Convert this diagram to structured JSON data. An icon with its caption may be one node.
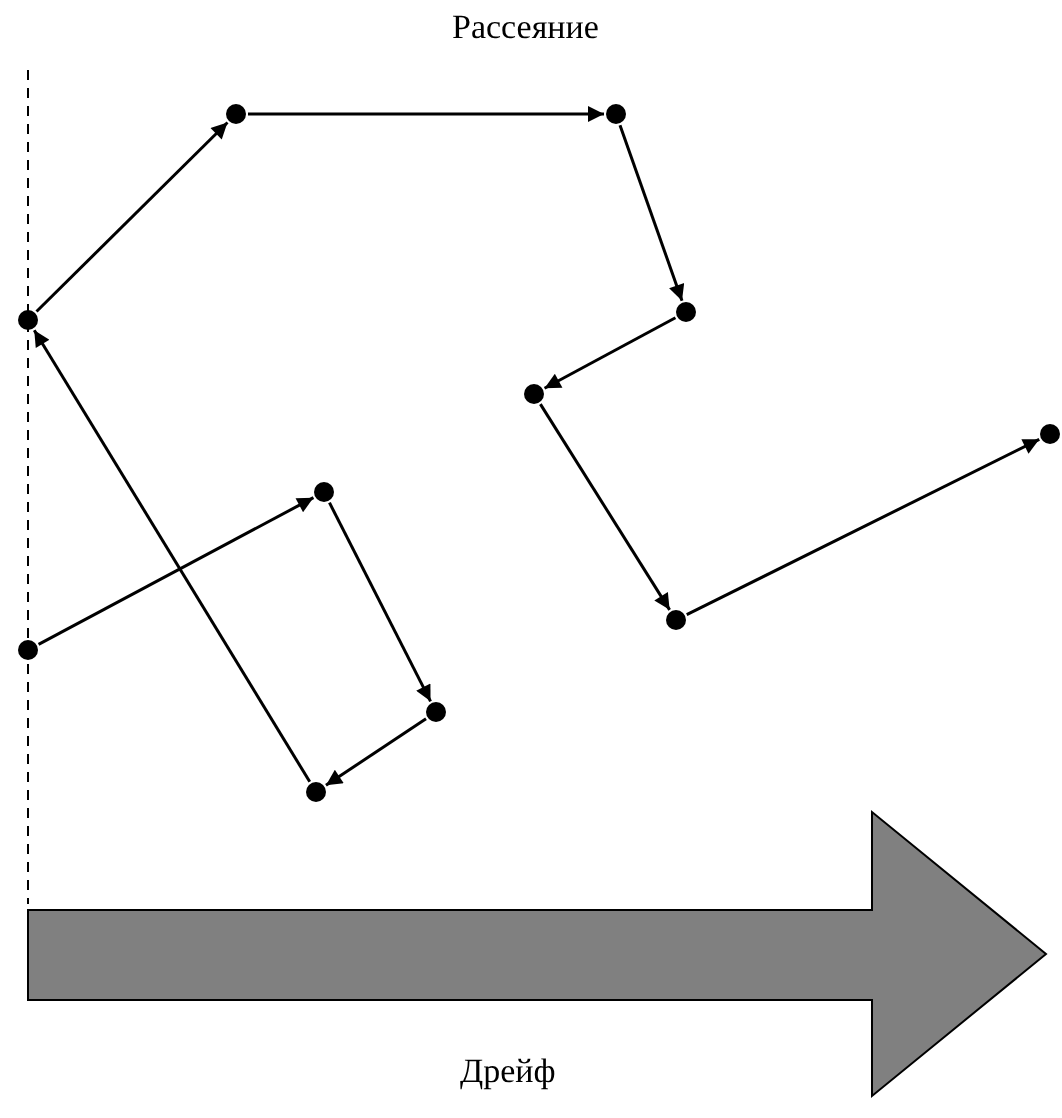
{
  "diagram": {
    "nodes": [
      {
        "text": [],
        "shape": "circle"
      },
      {
        "text": [],
        "shape": "circle"
      },
      {
        "text": [],
        "shape": "circle"
      },
      {
        "text": [],
        "shape": "circle"
      },
      {
        "text": [],
        "shape": "circle"
      },
      {
        "text": [],
        "shape": "circle"
      },
      {
        "text": [],
        "shape": "circle"
      },
      {
        "text": [],
        "shape": "circle"
      },
      {
        "text": [],
        "shape": "circle"
      },
      {
        "text": [],
        "shape": "circle"
      },
      {
        "text": [],
        "shape": "circle"
      }
    ],
    "edges": [
      {
        "from": 8,
        "to": 6,
        "arrow": "to"
      },
      {
        "from": 6,
        "to": 9,
        "arrow": "to"
      },
      {
        "from": 9,
        "to": 10,
        "arrow": "to"
      },
      {
        "from": 10,
        "to": 3,
        "arrow": "to"
      },
      {
        "from": 3,
        "to": 0,
        "arrow": "to"
      },
      {
        "from": 0,
        "to": 1,
        "arrow": "to"
      },
      {
        "from": 1,
        "to": 2,
        "arrow": "to"
      },
      {
        "from": 2,
        "to": 4,
        "arrow": "to"
      },
      {
        "from": 4,
        "to": 7,
        "arrow": "to"
      },
      {
        "from": 7,
        "to": 5,
        "arrow": "to"
      }
    ],
    "labels": [
      "Рассеяние",
      "Дрейф"
    ]
  }
}
